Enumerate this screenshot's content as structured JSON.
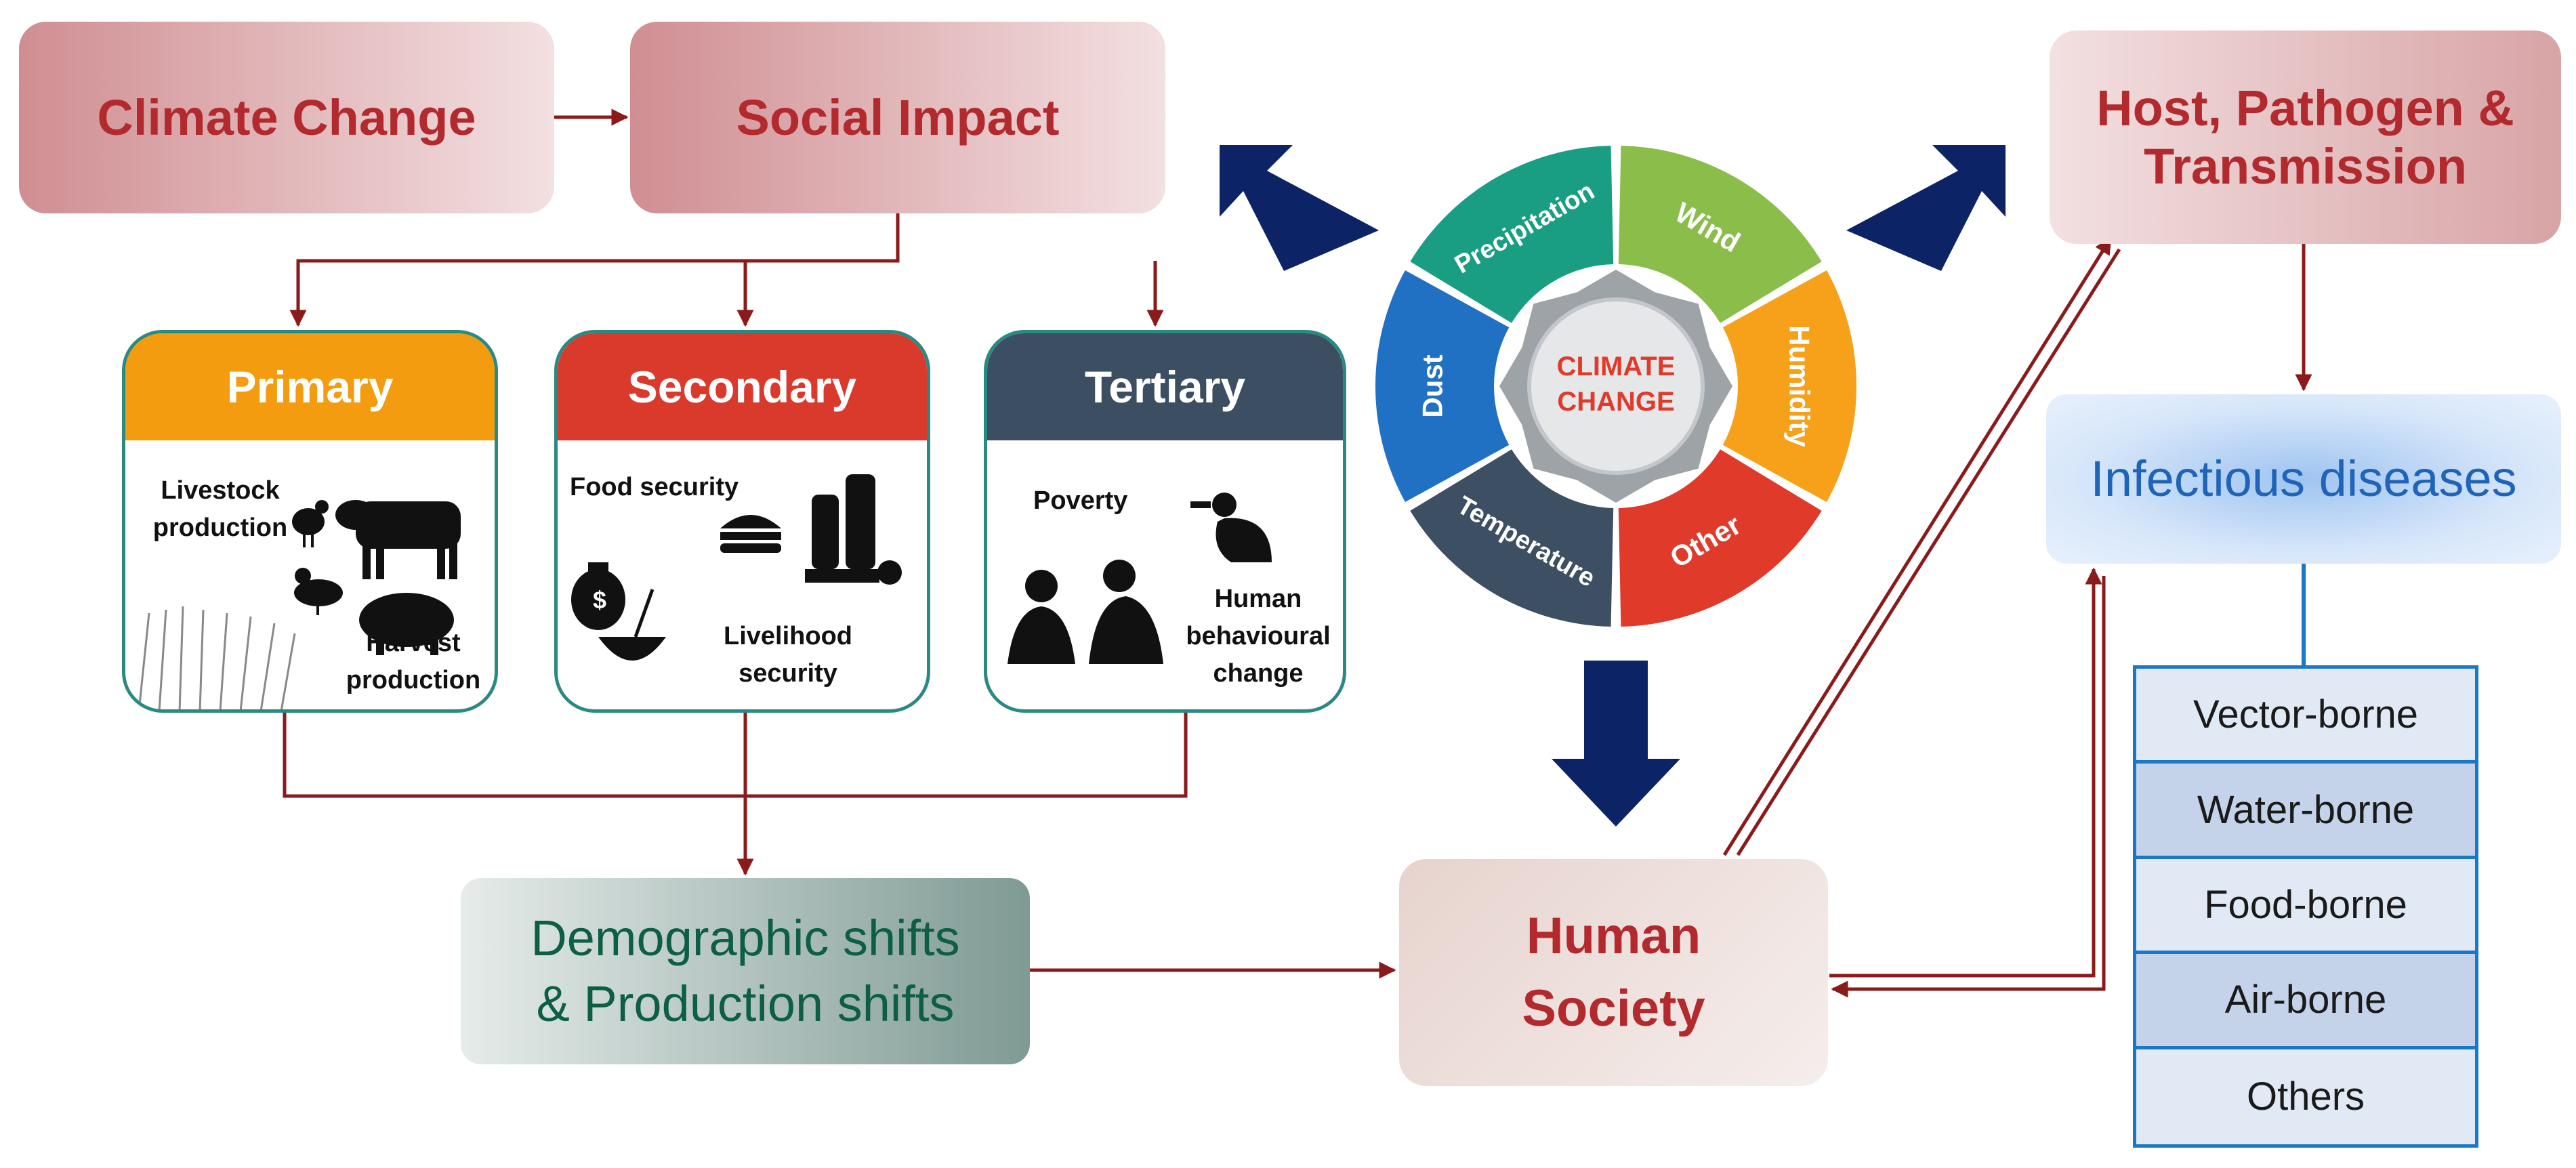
{
  "boxes": {
    "climate_change": "Climate Change",
    "social_impact": "Social Impact",
    "host_pathogen": "Host, Pathogen & Transmission",
    "infectious_diseases": "Infectious diseases",
    "demographic_line1": "Demographic shifts",
    "demographic_line2": "& Production shifts",
    "human_line1": "Human",
    "human_line2": "Society"
  },
  "categories": {
    "primary": {
      "title": "Primary",
      "color": "#f39c0f",
      "livestock_line1": "Livestock",
      "livestock_line2": "production",
      "harvest_line1": "Harvest",
      "harvest_line2": "production"
    },
    "secondary": {
      "title": "Secondary",
      "color": "#d93a2c",
      "food": "Food security",
      "livelihood_line1": "Livelihood",
      "livelihood_line2": "security"
    },
    "tertiary": {
      "title": "Tertiary",
      "color": "#3b4e62",
      "poverty": "Poverty",
      "behaviour_line1": "Human",
      "behaviour_line2": "behavioural",
      "behaviour_line3": "change"
    }
  },
  "wheel": {
    "center_line1": "CLIMATE",
    "center_line2": "CHANGE",
    "segments": [
      {
        "label": "Wind",
        "color": "#8bbd4b"
      },
      {
        "label": "Humidity",
        "color": "#f7a01a"
      },
      {
        "label": "Other",
        "color": "#e03a2a"
      },
      {
        "label": "Temperature",
        "color": "#3d4f62"
      },
      {
        "label": "Dust",
        "color": "#2070c4"
      },
      {
        "label": "Precipitation",
        "color": "#1a9e83"
      }
    ]
  },
  "disease_types": [
    "Vector-borne",
    "Water-borne",
    "Food-borne",
    "Air-borne",
    "Others"
  ],
  "colors": {
    "connector": "#8b1a1a",
    "big_arrow": "#0c2366",
    "title_red": "#b22a2e"
  }
}
